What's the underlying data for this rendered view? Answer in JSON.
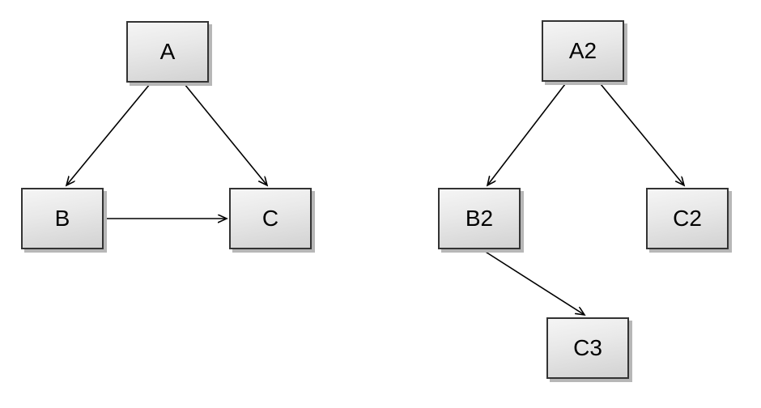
{
  "diagram": {
    "background": "#ffffff",
    "style": {
      "node_fill_top": "#f5f5f5",
      "node_fill_bottom": "#d2d2d2",
      "node_border": "#333333",
      "node_shadow": "#b7b7b7",
      "edge_color": "#000000",
      "label_color": "#000000"
    },
    "left_graph": {
      "nodes": [
        {
          "id": "A",
          "label": "A"
        },
        {
          "id": "B",
          "label": "B"
        },
        {
          "id": "C",
          "label": "C"
        }
      ],
      "edges": [
        {
          "from": "A",
          "to": "B"
        },
        {
          "from": "A",
          "to": "C"
        },
        {
          "from": "B",
          "to": "C"
        }
      ]
    },
    "right_graph": {
      "nodes": [
        {
          "id": "A2",
          "label": "A2"
        },
        {
          "id": "B2",
          "label": "B2"
        },
        {
          "id": "C2",
          "label": "C2"
        },
        {
          "id": "C3",
          "label": "C3"
        }
      ],
      "edges": [
        {
          "from": "A2",
          "to": "B2"
        },
        {
          "from": "A2",
          "to": "C2"
        },
        {
          "from": "B2",
          "to": "C3"
        }
      ]
    }
  }
}
